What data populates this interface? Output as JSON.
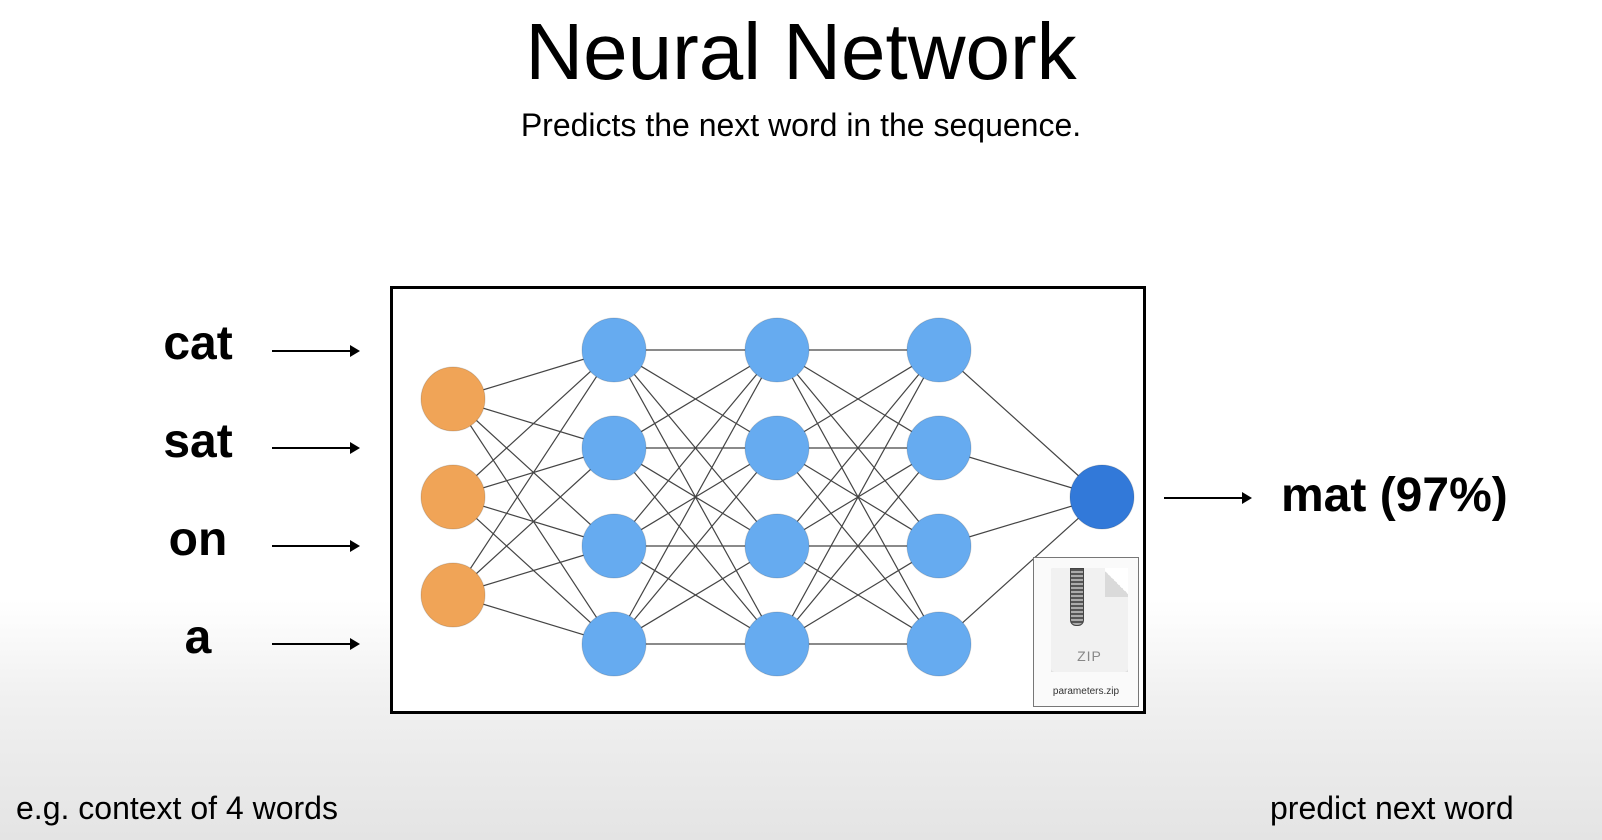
{
  "header": {
    "title": "Neural Network",
    "subtitle": "Predicts the next word in the sequence."
  },
  "inputs": {
    "words": [
      "cat",
      "sat",
      "on",
      "a"
    ],
    "arrow_icon": "arrow-right-icon"
  },
  "network": {
    "layers": [
      {
        "name": "input",
        "nodes": 3,
        "color": "#F0A457"
      },
      {
        "name": "hidden-1",
        "nodes": 4,
        "color": "#66ABF0"
      },
      {
        "name": "hidden-2",
        "nodes": 4,
        "color": "#66ABF0"
      },
      {
        "name": "hidden-3",
        "nodes": 4,
        "color": "#66ABF0"
      },
      {
        "name": "output",
        "nodes": 1,
        "color": "#3279D9"
      }
    ],
    "edge_color": "#444444",
    "zip_file": {
      "icon": "zip-file-icon",
      "type_label": "ZIP",
      "filename": "parameters.zip"
    }
  },
  "output": {
    "label": "mat (97%)",
    "word": "mat",
    "probability_percent": 97
  },
  "footer": {
    "left": "e.g. context of 4 words",
    "right": "predict next word"
  }
}
